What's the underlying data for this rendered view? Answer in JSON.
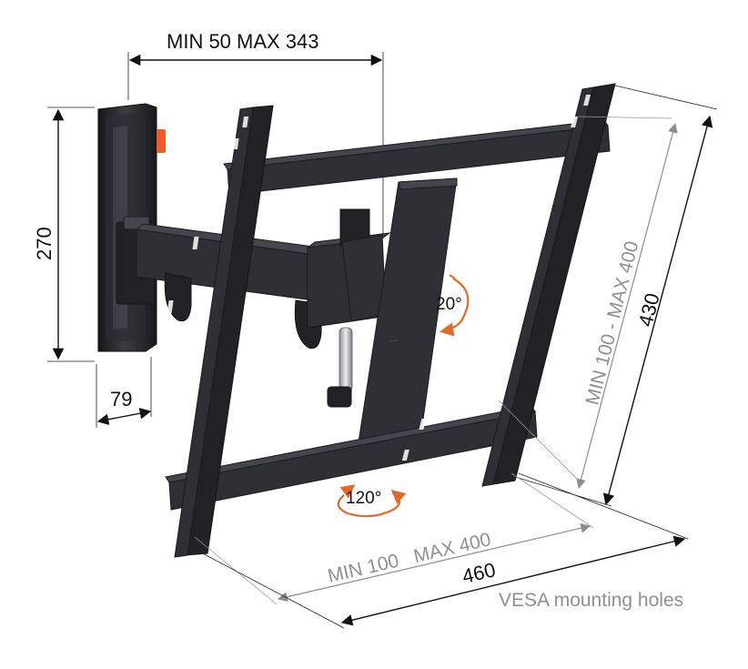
{
  "dimensions": {
    "arm_extension": "MIN 50  MAX 343",
    "wall_plate_height": "270",
    "wall_plate_depth": "79",
    "vesa_vertical": "MIN 100 - MAX 400",
    "overall_height": "430",
    "vesa_horizontal": "MIN 100   MAX 400",
    "overall_width": "460"
  },
  "motion": {
    "tilt": "20°",
    "swivel": "120°"
  },
  "caption": "VESA mounting holes",
  "colors": {
    "bracket": "#2e3035",
    "accent_arrows": "#e46a2a",
    "dimension_black": "#111111",
    "dimension_grey": "#8f8f8f",
    "wall_plate_cap": "#f05a28",
    "arm_piston": "#c9cbce"
  }
}
